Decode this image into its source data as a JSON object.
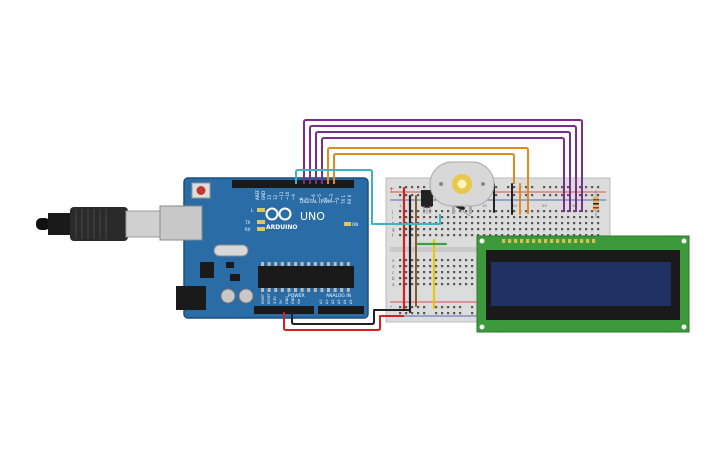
{
  "arduino": {
    "brand": "ARDUINO",
    "model": "UNO",
    "digital_label": "DIGITAL (PWM~)",
    "power_label": "POWER",
    "analog_label": "ANALOG IN",
    "aref": "AREF",
    "gnd": "GND",
    "led_l": "L",
    "led_tx": "TX",
    "led_rx": "RX",
    "on_label": "ON",
    "digital_pins": [
      "13",
      "12",
      "~11",
      "~10",
      "~9",
      "8",
      "7",
      "~6",
      "~5",
      "4",
      "~3",
      "2",
      "TX 1",
      "RX 0"
    ],
    "power_pins": [
      "IOREF",
      "RESET",
      "3.3V",
      "5V",
      "GND",
      "GND",
      "Vin"
    ],
    "analog_pins": [
      "A0",
      "A1",
      "A2",
      "A3",
      "A4",
      "A5"
    ]
  },
  "breadboard": {
    "col_numbers": [
      "1",
      "5",
      "10",
      "15",
      "20",
      "25",
      "30"
    ],
    "row_letters_top": [
      "j",
      "i",
      "h",
      "g",
      "f"
    ],
    "row_letters_bottom": [
      "e",
      "d",
      "c",
      "b",
      "a"
    ],
    "rail_plus": "+",
    "rail_minus": "-"
  },
  "components": {
    "motor": "dc-motor",
    "transistor": "npn-transistor",
    "diode": "diode",
    "resistor": "resistor",
    "lcd": "lcd-16x2"
  },
  "colors": {
    "board": "#2a6ca5",
    "breadboard": "#dcdcdc",
    "wire_purple": "#7b2d8e",
    "wire_orange": "#e08a1e",
    "wire_teal": "#3bb3c3",
    "wire_red": "#d42020",
    "wire_black": "#222222",
    "wire_yellow": "#e8c800",
    "wire_green": "#3aa040",
    "lcd_pcb": "#3c9a3c",
    "lcd_screen": "#1f3263"
  }
}
